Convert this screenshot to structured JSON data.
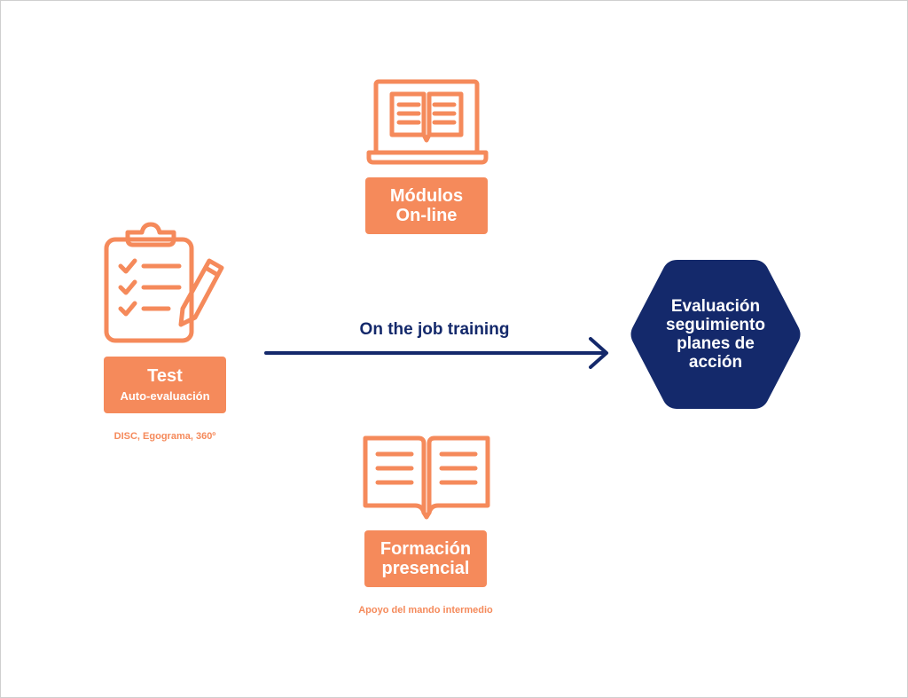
{
  "modules_online": {
    "title_line1": "Módulos",
    "title_line2": "On-line",
    "icon": "laptop-book-icon"
  },
  "test": {
    "title": "Test",
    "subtitle": "Auto-evaluación",
    "caption": "DISC, Egograma, 360º",
    "icon": "clipboard-checklist-icon"
  },
  "formation": {
    "title_line1": "Formación",
    "title_line2": "presencial",
    "caption": "Apoyo del mando intermedio",
    "icon": "open-book-icon"
  },
  "arrow": {
    "label": "On the job training"
  },
  "evaluation": {
    "label": "Evaluación seguimiento planes de acción"
  },
  "colors": {
    "accent": "#f58a5b",
    "navy": "#14296b"
  }
}
